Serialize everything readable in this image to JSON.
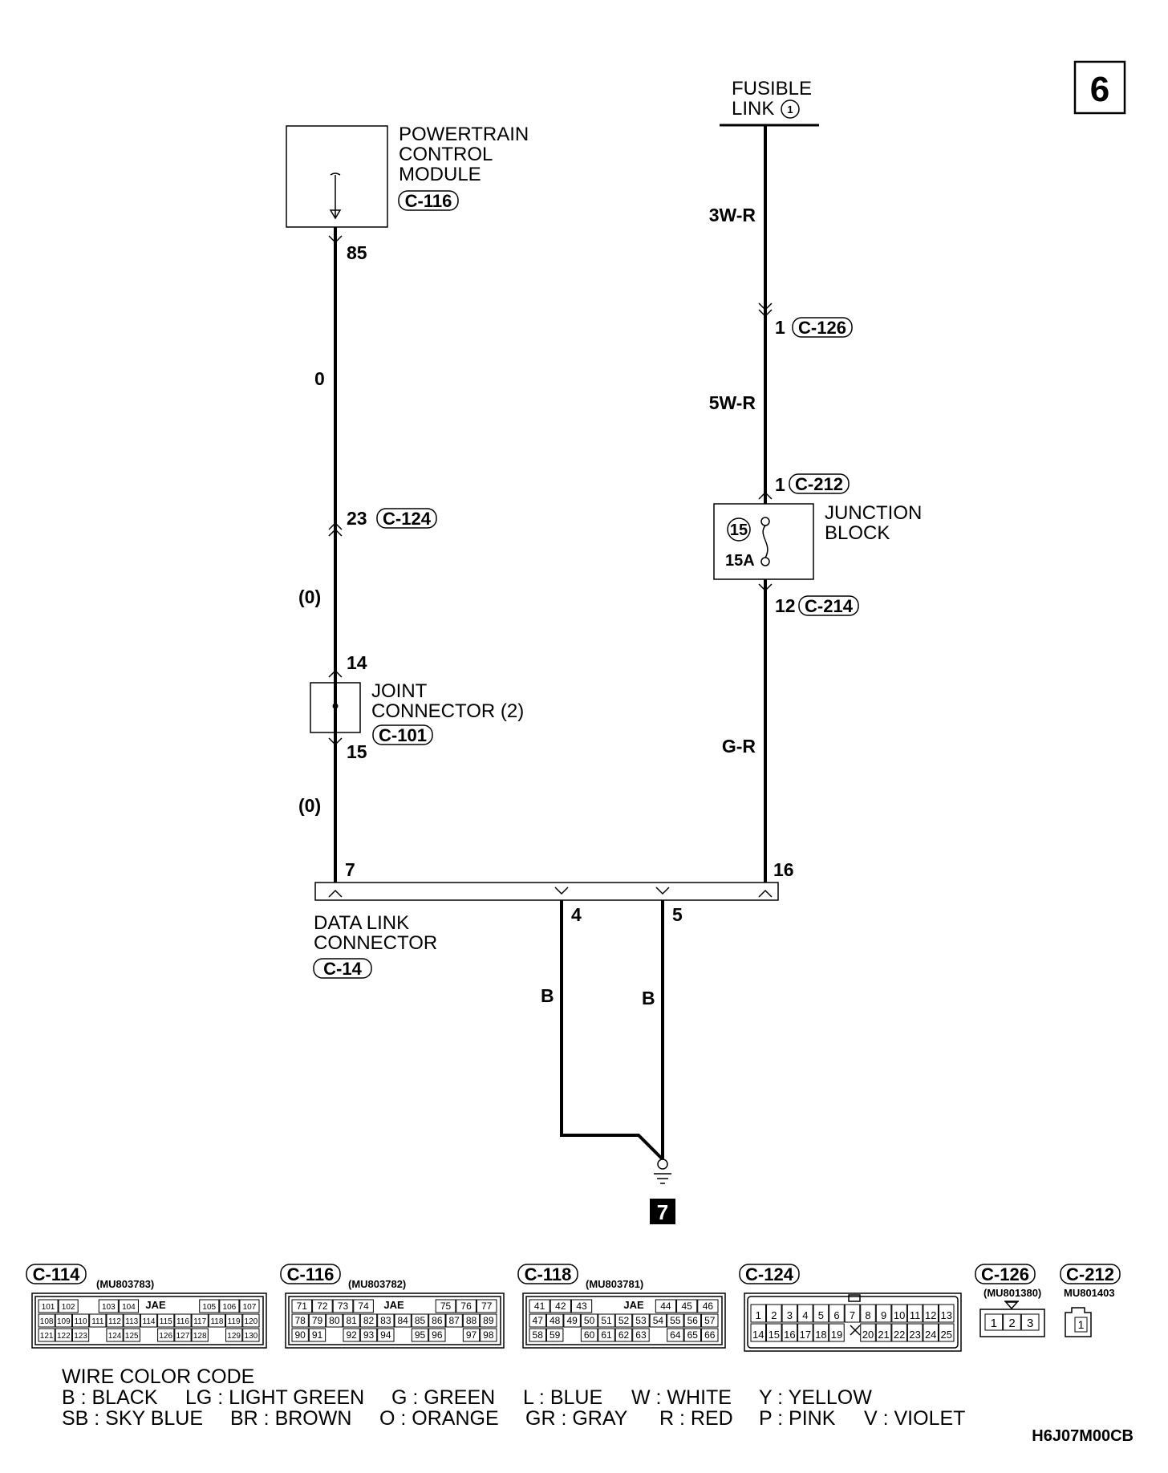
{
  "page_number": "6",
  "next_page": "7",
  "fusible_link": {
    "line1": "FUSIBLE",
    "line2": "LINK",
    "num": "1"
  },
  "pcm": {
    "line1": "POWERTRAIN",
    "line2": "CONTROL",
    "line3": "MODULE",
    "connector": "C-116",
    "pin": "85"
  },
  "left_wire": {
    "color_top": "0",
    "pin_c124": "23",
    "c124": "C-124",
    "color_mid": "(0)",
    "color_bot": "(0)"
  },
  "joint_connector": {
    "line1": "JOINT",
    "line2": "CONNECTOR (2)",
    "connector": "C-101",
    "pin_in": "14",
    "pin_out": "15"
  },
  "right_wire": {
    "color_top": "3W-R",
    "pin_c126": "1",
    "c126": "C-126",
    "color_mid": "5W-R",
    "pin_c212": "1",
    "c212": "C-212",
    "pin_c214": "12",
    "c214": "C-214",
    "color_bot": "G-R"
  },
  "junction_block": {
    "line1": "JUNCTION",
    "line2": "BLOCK",
    "fuse_num": "15",
    "fuse_rating": "15A"
  },
  "data_link": {
    "line1": "DATA LINK",
    "line2": "CONNECTOR",
    "connector": "C-14",
    "pin7": "7",
    "pin16": "16",
    "pin4": "4",
    "pin5": "5",
    "color4": "B",
    "color5": "B"
  },
  "connector_views": [
    {
      "id": "C-114",
      "part": "(MU803783)",
      "brand": "JAE",
      "rows": [
        [
          "101",
          "102",
          "",
          "103",
          "104",
          "",
          "",
          "",
          "105",
          "106",
          "107"
        ],
        [
          "108",
          "109",
          "110",
          "111",
          "112",
          "113",
          "114",
          "115",
          "116",
          "117",
          "118",
          "119",
          "120"
        ],
        [
          "121",
          "122",
          "123",
          "",
          "124",
          "125",
          "",
          "126",
          "127",
          "128",
          "",
          "129",
          "130"
        ]
      ]
    },
    {
      "id": "C-116",
      "part": "(MU803782)",
      "brand": "JAE",
      "rows": [
        [
          "71",
          "72",
          "73",
          "74",
          "",
          "",
          "",
          "75",
          "76",
          "77"
        ],
        [
          "78",
          "79",
          "80",
          "81",
          "82",
          "83",
          "84",
          "85",
          "86",
          "87",
          "88",
          "89"
        ],
        [
          "90",
          "91",
          "",
          "92",
          "93",
          "94",
          "",
          "95",
          "96",
          "",
          "97",
          "98"
        ]
      ]
    },
    {
      "id": "C-118",
      "part": "(MU803781)",
      "brand": "JAE",
      "rows": [
        [
          "41",
          "42",
          "43",
          "",
          "",
          "",
          "44",
          "45",
          "46"
        ],
        [
          "47",
          "48",
          "49",
          "50",
          "51",
          "52",
          "53",
          "54",
          "55",
          "56",
          "57"
        ],
        [
          "58",
          "59",
          "",
          "60",
          "61",
          "62",
          "63",
          "",
          "64",
          "65",
          "66"
        ]
      ]
    },
    {
      "id": "C-124",
      "part": "",
      "rows": [
        [
          "1",
          "2",
          "3",
          "4",
          "5",
          "6",
          "7",
          "8",
          "9",
          "10",
          "11",
          "12",
          "13"
        ],
        [
          "14",
          "15",
          "16",
          "17",
          "18",
          "19",
          "",
          "20",
          "21",
          "22",
          "23",
          "24",
          "25"
        ]
      ]
    },
    {
      "id": "C-126",
      "part": "(MU801380)",
      "rows": [
        [
          "1",
          "2",
          "3"
        ]
      ]
    },
    {
      "id": "C-212",
      "part": "MU801403",
      "rows": [
        [
          "1"
        ]
      ]
    }
  ],
  "wire_color_code": {
    "title": "WIRE COLOR CODE",
    "row1": [
      "B : BLACK",
      "LG : LIGHT GREEN",
      "G : GREEN",
      "L : BLUE",
      "W : WHITE",
      "Y : YELLOW"
    ],
    "row2": [
      "SB : SKY BLUE",
      "BR : BROWN",
      "O : ORANGE",
      "GR : GRAY",
      "R : RED",
      "P : PINK",
      "V : VIOLET"
    ]
  },
  "doc_code": "H6J07M00CB"
}
